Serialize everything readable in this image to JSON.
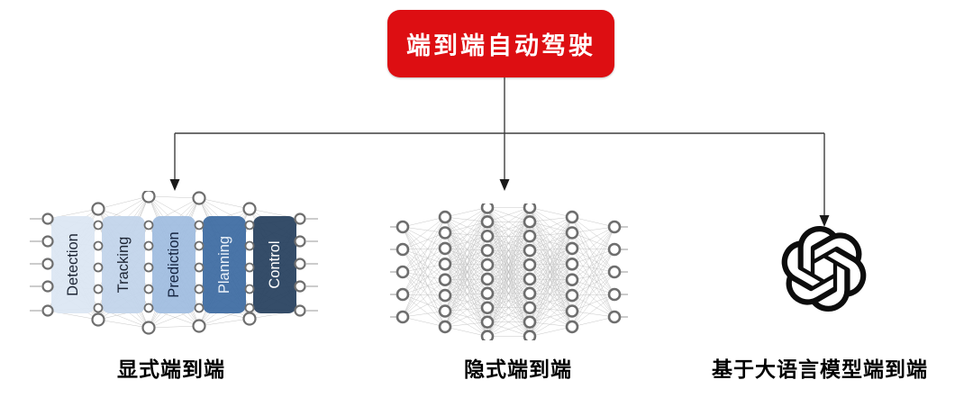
{
  "diagram_title": "端到端自动驾驶",
  "root_node": {
    "label": "端到端自动驾驶",
    "bg_color": "#dd0e12",
    "text_color": "#ffffff"
  },
  "branches": [
    {
      "caption": "显式端到端",
      "illustration": "modular-neural-network",
      "modules": [
        {
          "label": "Detection",
          "fill": "#dbe6f3",
          "text_color": "#1c2433"
        },
        {
          "label": "Tracking",
          "fill": "#c2d4eb",
          "text_color": "#1c2433"
        },
        {
          "label": "Prediction",
          "fill": "#9fbce0",
          "text_color": "#14233f"
        },
        {
          "label": "Planning",
          "fill": "#3c6ba1",
          "text_color": "#eaf1f9"
        },
        {
          "label": "Control",
          "fill": "#26405e",
          "text_color": "#ffffff"
        }
      ]
    },
    {
      "caption": "隐式端到端",
      "illustration": "fully-connected-neural-network",
      "layer_sizes": [
        5,
        8,
        10,
        10,
        8,
        5
      ]
    },
    {
      "caption": "基于大语言模型端到端",
      "illustration": "openai-logo"
    }
  ],
  "colors": {
    "connector": "#3f3f3f",
    "arrowhead": "#1a1a1a",
    "node_fill": "#ffffff",
    "node_stroke": "#6e6e6e",
    "edge": "#bdbdbd",
    "stub": "#9a9a9a",
    "logo": "#0d0d0d",
    "background": "#ffffff"
  }
}
